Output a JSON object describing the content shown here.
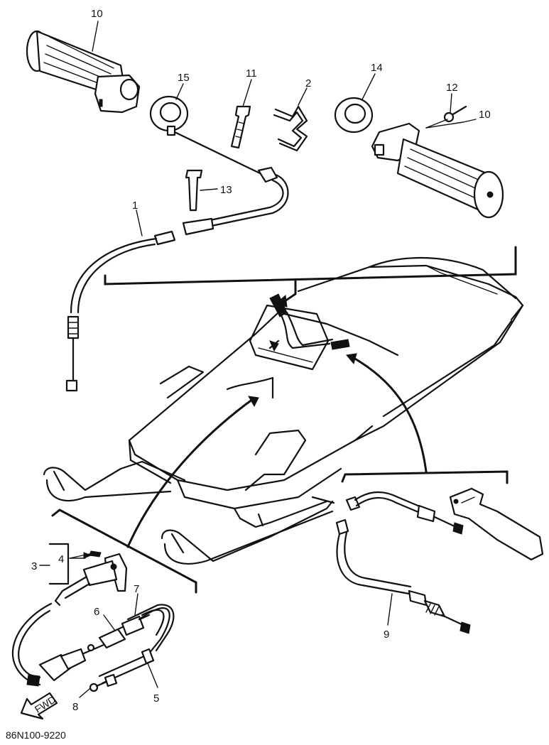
{
  "diagram_code": "86N100-9220",
  "fwd_label": "FWD",
  "callouts": {
    "p10_left": "10",
    "p15": "15",
    "p11": "11",
    "p2": "2",
    "p14": "14",
    "p12": "12",
    "p10_right": "10",
    "p13": "13",
    "p1": "1",
    "p3": "3",
    "p4": "4",
    "p7": "7",
    "p6": "6",
    "p5": "5",
    "p8": "8",
    "p9": "9"
  }
}
